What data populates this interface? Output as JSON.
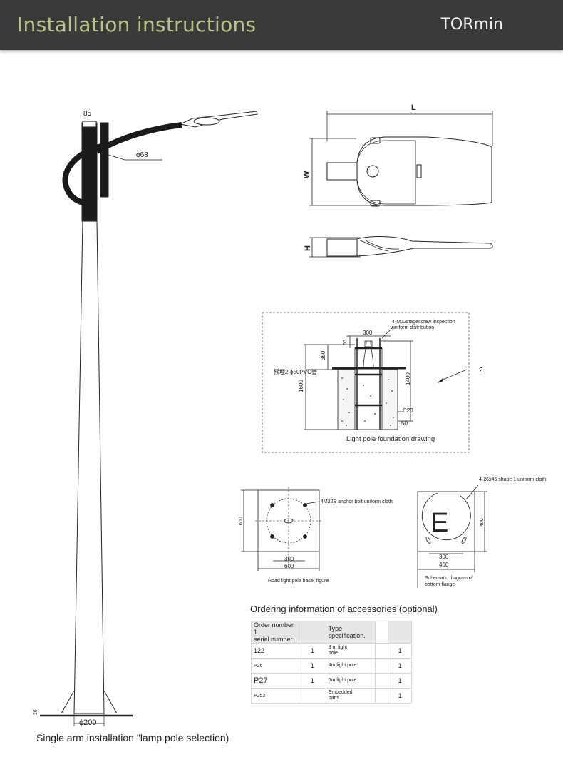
{
  "header": {
    "title": "Installation instructions",
    "brand": "TORmin"
  },
  "pole": {
    "top_width_label": "85",
    "arm_dia_label": "ϕ68",
    "base_dia_label": "ϕ200",
    "base_height_label": "16"
  },
  "lamp": {
    "length_label": "L",
    "width_label": "W",
    "height_label": "H"
  },
  "foundation": {
    "caption": "Light pole foundation drawing",
    "screw_note_1": "4-M22stagescrew inspection",
    "screw_note_2": "uniform distribution",
    "pvc_note": "预埋2-ϕ50PVC管",
    "dim_300": "300",
    "dim_60": "60",
    "dim_350": "350",
    "dim_1600": "1600",
    "dim_1400": "1400",
    "dim_c20": "C20",
    "dim_50": "50",
    "callout": "2"
  },
  "base_plate": {
    "caption": "Road light pole base, figure",
    "anchor_note": "4M22E anchor bolt uniform cloth",
    "dim_600_side": "600",
    "dim_300": "300",
    "dim_600": "600"
  },
  "flange": {
    "caption_1": "Schematic diagram of",
    "caption_2": "bottom flange",
    "shape_note": "4-26x45 shape 1 uniform cloth",
    "letter": "E",
    "dim_400_side": "400",
    "dim_300": "300",
    "dim_400": "400"
  },
  "ordering": {
    "title": "Ordering information of accessories (optional)",
    "header": {
      "col1_line1": "Order number 1",
      "col1_line2": "serial number",
      "col3_line1": "Type",
      "col3_line2": "specification.",
      "col2": "",
      "col4": ""
    },
    "rows": [
      {
        "c1": "122",
        "c2": "1",
        "c3_line1": "8 m light",
        "c3_line2": "pole",
        "c4": "1"
      },
      {
        "c1": "P26",
        "c2": "1",
        "c3_line1": "4m light pole",
        "c3_line2": "",
        "c4": "1"
      },
      {
        "c1": "P27",
        "c2": "1",
        "c3_line1": "6m light pole",
        "c3_line2": "",
        "c4": "1"
      },
      {
        "c1": "P252",
        "c2": "",
        "c3_line1": "Embedded",
        "c3_line2": "parts",
        "c4": "1"
      }
    ]
  },
  "footer": {
    "caption": "Single arm installation \"lamp pole selection)"
  }
}
